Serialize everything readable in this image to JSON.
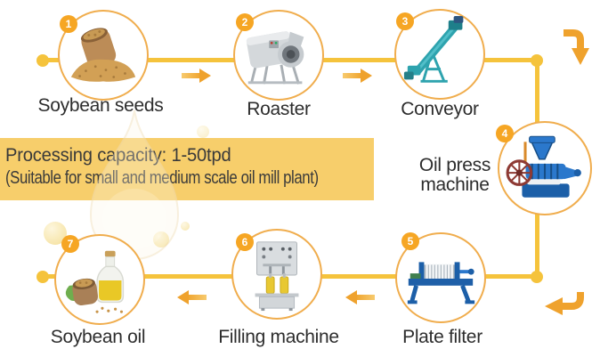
{
  "banner": {
    "line1": "Processing capacity: 1-50tpd",
    "line2": "(Suitable for small and medium scale oil mill plant)",
    "bg_color": "#F7CE6B",
    "text_color": "#3A3A3A"
  },
  "flow": {
    "line_color": "#F5C33C",
    "arrow_color": "#EFA22D",
    "badge_color": "#F6A624",
    "circle_border_color": "#F0AD4D",
    "steps": [
      {
        "number": "1",
        "label": "Soybean seeds",
        "icon": "soybean-seeds"
      },
      {
        "number": "2",
        "label": "Roaster",
        "icon": "roaster"
      },
      {
        "number": "3",
        "label": "Conveyor",
        "icon": "conveyor"
      },
      {
        "number": "4",
        "label": "Oil press machine",
        "icon": "oil-press-machine"
      },
      {
        "number": "5",
        "label": "Plate filter",
        "icon": "plate-filter"
      },
      {
        "number": "6",
        "label": "Filling machine",
        "icon": "filling-machine"
      },
      {
        "number": "7",
        "label": "Soybean oil",
        "icon": "soybean-oil"
      }
    ]
  }
}
